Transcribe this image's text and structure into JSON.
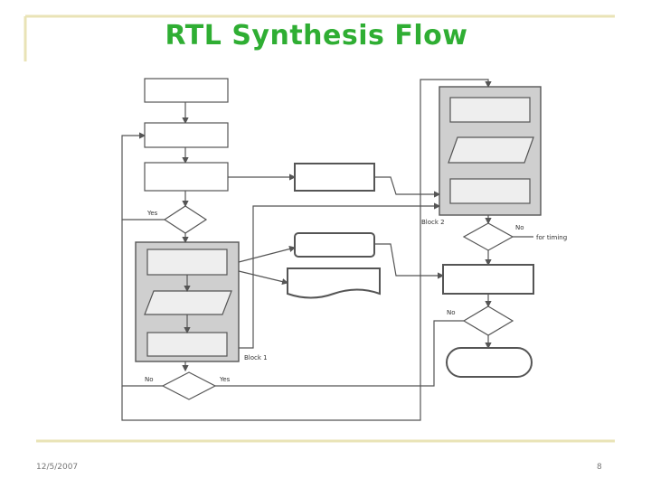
{
  "slide": {
    "title": "RTL Synthesis Flow",
    "date": "12/5/2007",
    "page": "8"
  },
  "colors": {
    "title": "#2fae33",
    "frame_accent": "#e9e3b6",
    "block_fill": "#cfcfcf",
    "line": "#555555"
  },
  "diagram": {
    "yes_label": "Yes",
    "no_label": "No",
    "annotation": "for timing",
    "block1_label": "Block 1",
    "block2_label": "Block 2",
    "decision_labels": [
      "",
      "",
      "",
      "",
      ""
    ],
    "left_column_box_labels": [
      "",
      "",
      ""
    ],
    "middle_box_labels": [
      "",
      "",
      ""
    ],
    "right_column_box_labels": [
      "",
      "",
      "",
      ""
    ]
  }
}
